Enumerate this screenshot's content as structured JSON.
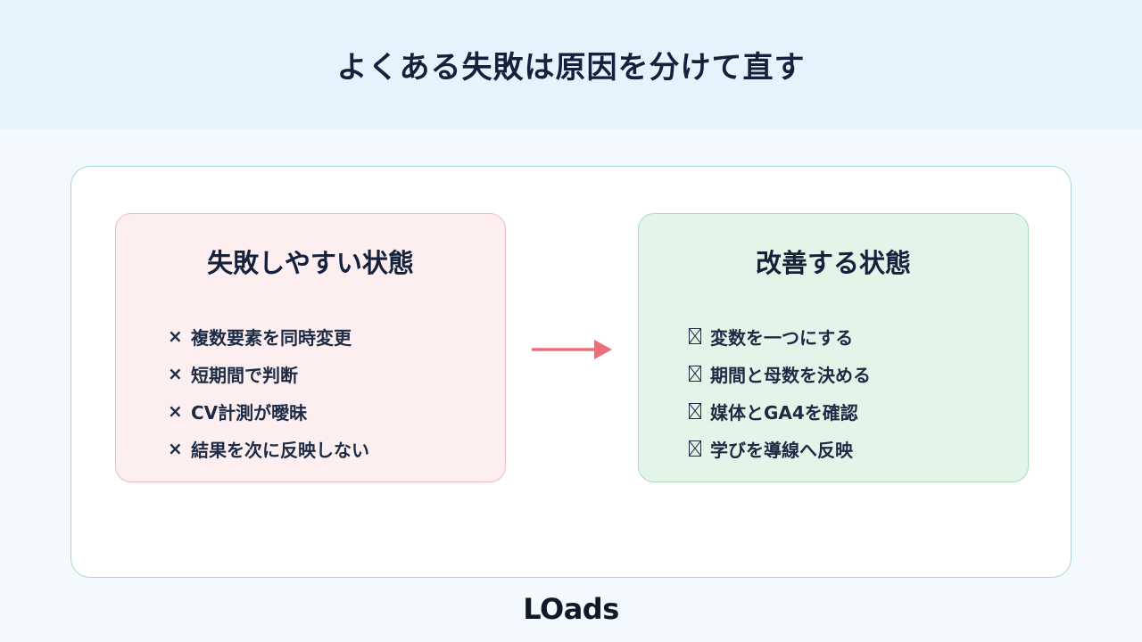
{
  "title": "よくある失敗は原因を分けて直す",
  "bad": {
    "heading": "失敗しやすい状態",
    "mark": "×",
    "items": [
      "複数要素を同時変更",
      "短期間で判断",
      "CV計測が曖昧",
      "結果を次に反映しない"
    ],
    "accent": "#f0b9bd"
  },
  "good": {
    "heading": "改善する状態",
    "items": [
      "変数を一つにする",
      "期間と母数を決める",
      "媒体とGA4を確認",
      "学びを導線へ反映"
    ],
    "accent": "#a9dcb8"
  },
  "arrow_color": "#e8707a",
  "logo": "LOads"
}
